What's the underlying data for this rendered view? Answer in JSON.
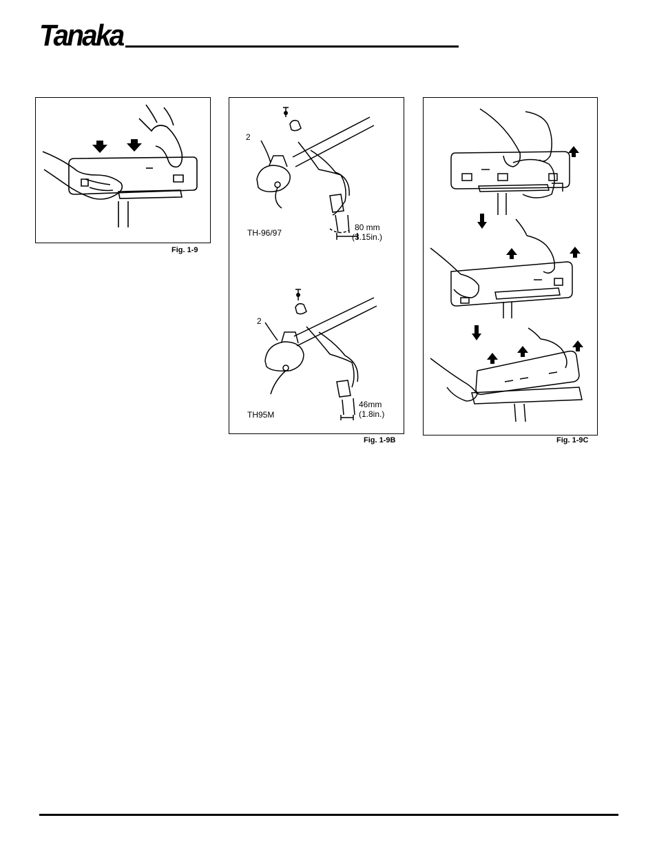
{
  "header": {
    "brand": "Tanaka",
    "registered_mark": "®"
  },
  "figures": [
    {
      "caption": "Fig. 1-9"
    },
    {
      "caption": "Fig. 1-9B",
      "top_view": {
        "model": "TH-96/97",
        "part_number": "2",
        "dimension": "80 mm",
        "dimension_inch": "(3.15in.)"
      },
      "bottom_view": {
        "model": "TH95M",
        "part_number": "2",
        "dimension": "46mm",
        "dimension_inch": "(1.8in.)"
      }
    },
    {
      "caption": "Fig. 1-9C"
    }
  ]
}
